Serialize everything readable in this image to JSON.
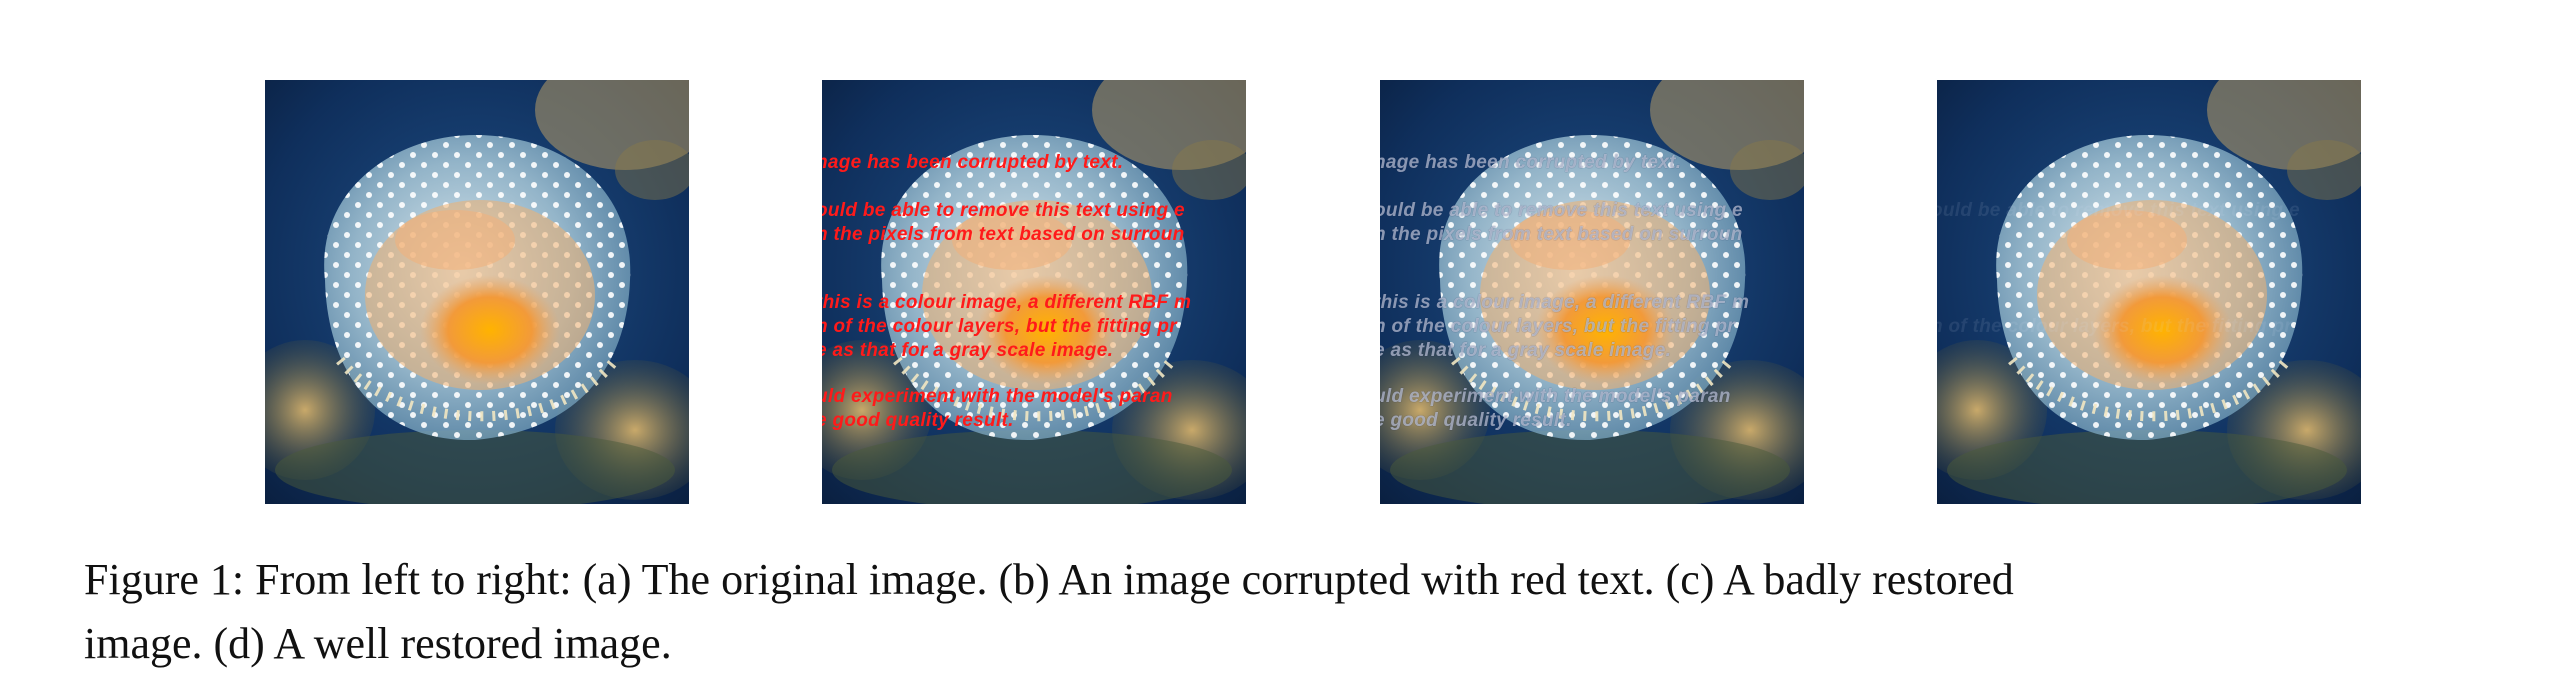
{
  "figure": {
    "panels": [
      {
        "id": "a",
        "kind": "original"
      },
      {
        "id": "b",
        "kind": "corrupted-red-text"
      },
      {
        "id": "c",
        "kind": "badly-restored"
      },
      {
        "id": "d",
        "kind": "well-restored"
      }
    ],
    "overlay_lines": [
      "nage has been corrupted by text.",
      "ould be able to remove this text using e",
      "n the pixels from text based on surroun",
      "this is a colour image, a different RBF m",
      "h of the colour layers, but the fitting pr",
      "e as that for a gray scale image.",
      "uld experiment with the model's paran",
      "e good quality result."
    ],
    "caption": {
      "line1": "Figure 1:   From left to right: (a) The original image. (b) An image corrupted with red text. (c) A badly restored",
      "line2": "image. (d) A well restored image."
    }
  },
  "colors": {
    "background": "#0d2a52",
    "jelly_body": "#cfe0ea",
    "jelly_core": "#f5a623",
    "corruption_text": "#ff1a1a"
  }
}
